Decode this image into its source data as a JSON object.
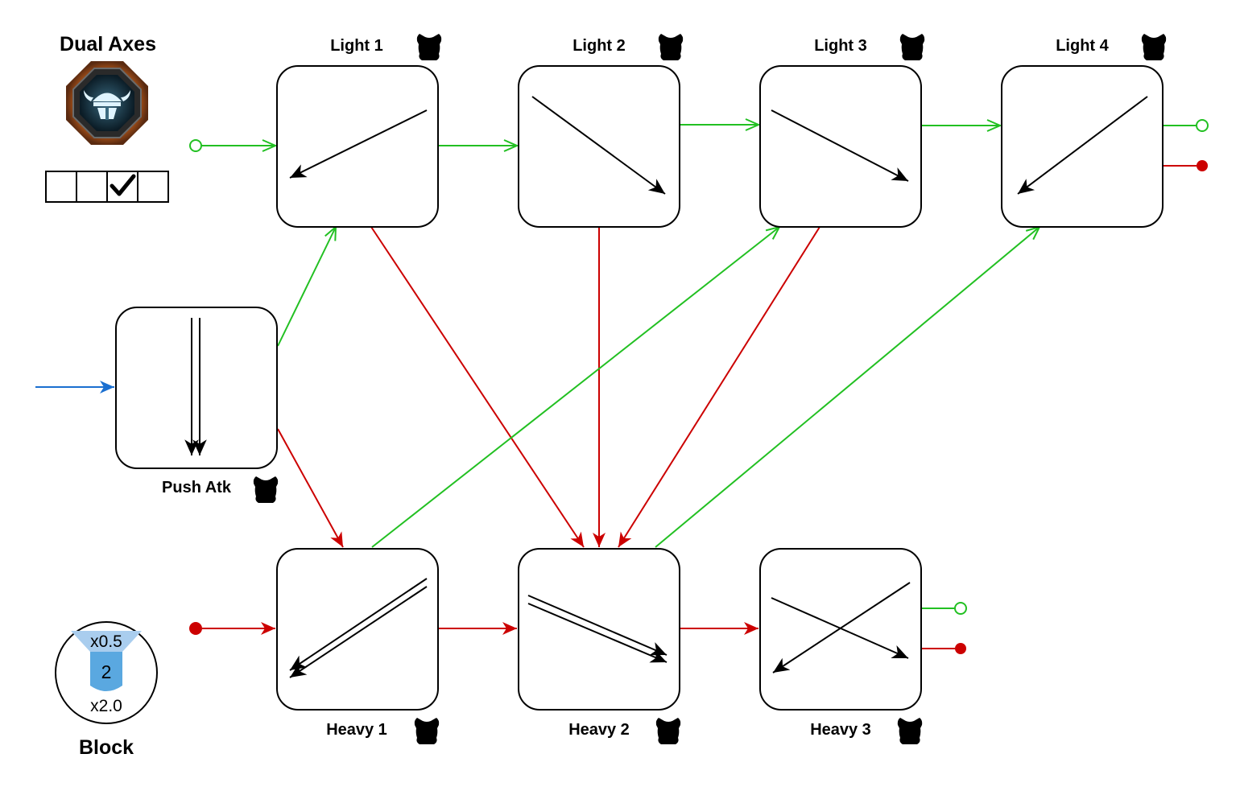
{
  "weapon": {
    "name": "Dual Axes",
    "icon": "viking-helmet-emblem-icon",
    "tier_boxes": [
      false,
      false,
      true,
      false
    ]
  },
  "block": {
    "label": "Block",
    "top_multiplier": "x0.5",
    "value": "2",
    "bottom_multiplier": "x2.0"
  },
  "attacks": {
    "push": "Push Atk",
    "light1": "Light 1",
    "light2": "Light 2",
    "light3": "Light 3",
    "light4": "Light 4",
    "heavy1": "Heavy 1",
    "heavy2": "Heavy 2",
    "heavy3": "Heavy 3"
  },
  "colors": {
    "light_chain": "#22c022",
    "heavy_chain": "#cc0000",
    "entry": "#1a6fd0",
    "block_shield": "#5aa8e0",
    "block_shield_light": "#a9cdee",
    "emblem_glow": "#c8621c"
  },
  "icons": {
    "armor": "chest-armor-icon",
    "direction": "swing-direction-arrow-icon",
    "check": "check-icon"
  }
}
